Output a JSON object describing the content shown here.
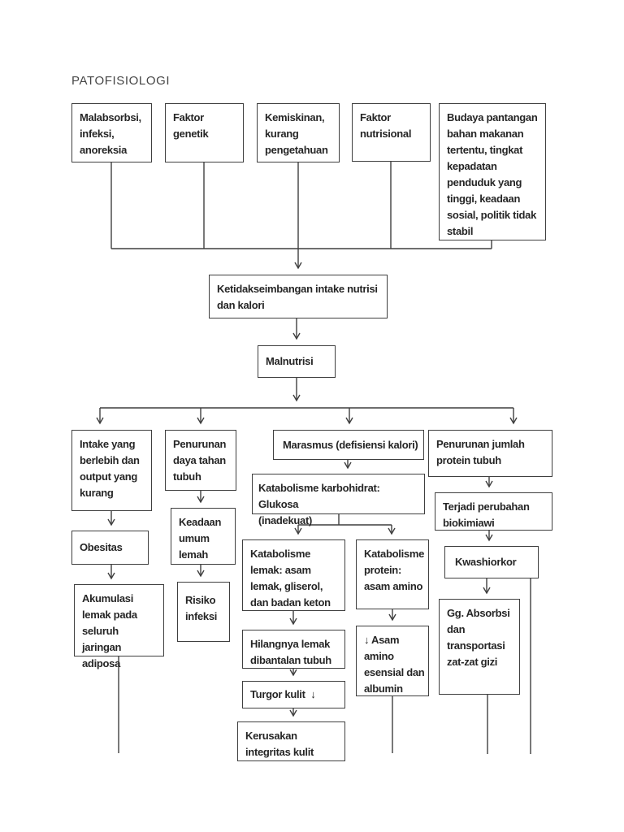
{
  "page": {
    "title": "PATOFISIOLOGI"
  },
  "colors": {
    "background": "#ffffff",
    "line": "#3f3f3f",
    "text": "#262626"
  },
  "nodes": {
    "malabsorbsi": {
      "label": "Malabsorbsi,\ninfeksi,\nanoreksia"
    },
    "faktor_genetik": {
      "label": "Faktor\ngenetik"
    },
    "kemiskinan": {
      "label": "Kemiskinan,\nkurang\npengetahuan"
    },
    "faktor_nutrisional": {
      "label": "Faktor\nnutrisional"
    },
    "budaya": {
      "label": "Budaya pantangan\nbahan makanan\ntertentu, tingkat\nkepadatan\npenduduk yang\ntinggi, keadaan\nsosial, politik tidak\nstabil"
    },
    "ketidakseimbangan": {
      "label": "Ketidakseimbangan intake nutrisi\ndan kalori"
    },
    "malnutrisi": {
      "label": "Malnutrisi"
    },
    "intake": {
      "label": "Intake yang\nberlebih dan\noutput yang\nkurang"
    },
    "penurunan_daya_tahan": {
      "label": "Penurunan\ndaya tahan\ntubuh"
    },
    "marasmus": {
      "label": "Marasmus (defisiensi kalori)"
    },
    "penurunan_jumlah_protein": {
      "label": "Penurunan jumlah\nprotein tubuh"
    },
    "obesitas": {
      "label": "Obesitas"
    },
    "akumulasi": {
      "label": "Akumulasi\nlemak pada\nseluruh jaringan\nadiposa"
    },
    "keadaan_umum_lemah": {
      "label": "Keadaan\numum\nlemah"
    },
    "risiko_infeksi": {
      "label": "Risiko\ninfeksi"
    },
    "katabolisme_karbohidrat": {
      "label": "Katabolisme karbohidrat: Glukosa\n(inadekuat)"
    },
    "katabolisme_lemak": {
      "label": "Katabolisme\nlemak: asam\nlemak, gliserol,\ndan badan keton"
    },
    "katabolisme_protein": {
      "label": "Katabolisme\nprotein:\nasam amino"
    },
    "hilangnya_lemak": {
      "label": "Hilangnya lemak\ndibantalan tubuh"
    },
    "turgor_kulit": {
      "label": "Turgor kulit  ↓"
    },
    "kerusakan_integritas": {
      "label": "Kerusakan\nintegritas kulit"
    },
    "asam_amino": {
      "label": "↓ Asam\namino\nesensial dan\nalbumin"
    },
    "terjadi_perubahan": {
      "label": "Terjadi perubahan\nbiokimiawi"
    },
    "kwashiorkor": {
      "label": "Kwashiorkor"
    },
    "gg_absorbsi": {
      "label": "Gg. Absorbsi\ndan\ntransportasi\nzat-zat gizi"
    }
  }
}
